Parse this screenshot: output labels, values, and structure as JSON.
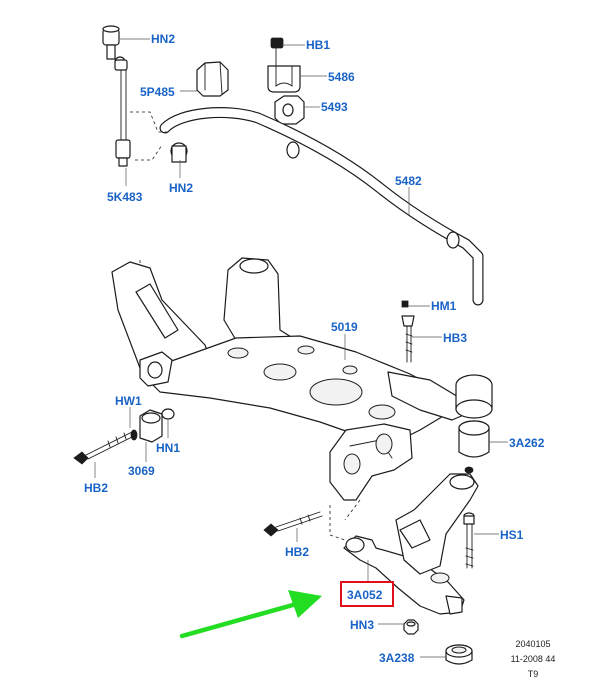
{
  "labels": {
    "hn2_top": "HN2",
    "hb1": "HB1",
    "p5486": "5486",
    "p5p485": "5P485",
    "p5493": "5493",
    "hn2_mid": "HN2",
    "p5k483": "5K483",
    "p5482": "5482",
    "hm1": "HM1",
    "p5019": "5019",
    "hb3": "HB3",
    "hw1": "HW1",
    "hn1": "HN1",
    "p3069": "3069",
    "hb2_left": "HB2",
    "p3a262": "3A262",
    "hs1": "HS1",
    "hb2_mid": "HB2",
    "p3a052": "3A052",
    "hn3": "HN3",
    "p3a238": "3A238"
  },
  "footer": {
    "code": "2040105",
    "date": "11-2008 44",
    "sheet": "T9"
  },
  "colors": {
    "label_blue": "#1a63c6",
    "highlight_red": "#e0101a",
    "arrow_green": "#22dd22",
    "line_black": "#1c1c1c"
  }
}
